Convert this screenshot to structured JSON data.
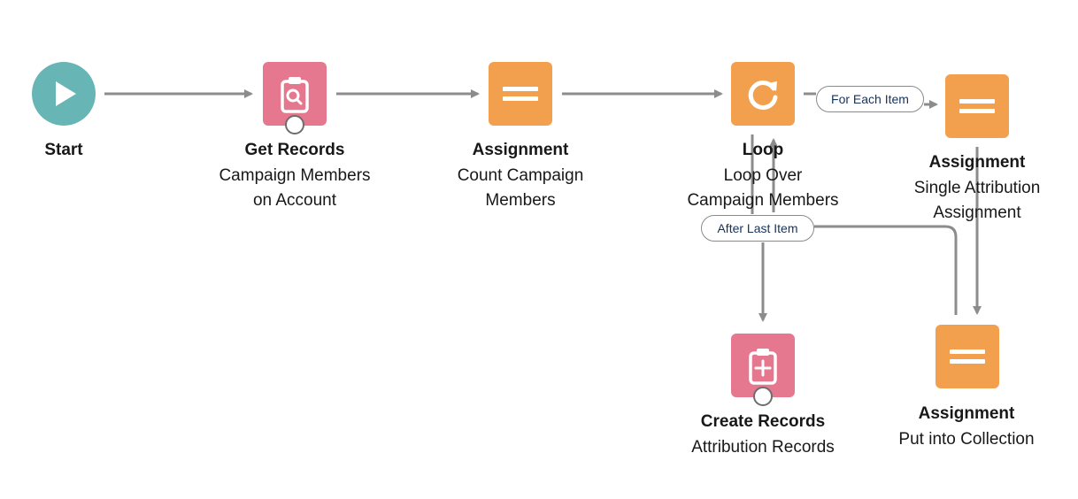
{
  "colors": {
    "assignment": "#f29f4e",
    "records": "#e5788f",
    "start": "#68b5b5",
    "connector_line": "#8c8c8c",
    "pill_text": "#16325c"
  },
  "nodes": {
    "start": {
      "title": "Start",
      "icon": "play-icon"
    },
    "get_records": {
      "title": "Get Records",
      "lines": [
        "Campaign Members",
        "on Account"
      ],
      "icon": "clipboard-search-icon"
    },
    "count_assignment": {
      "title": "Assignment",
      "lines": [
        "Count Campaign",
        "Members"
      ],
      "icon": "equals-icon"
    },
    "loop": {
      "title": "Loop",
      "lines": [
        "Loop Over",
        "Campaign Members"
      ],
      "icon": "loop-arrow-icon"
    },
    "single_assignment": {
      "title": "Assignment",
      "lines": [
        "Single Attribution",
        "Assignment"
      ],
      "icon": "equals-icon"
    },
    "create_records": {
      "title": "Create Records",
      "lines": [
        "Attribution Records"
      ],
      "icon": "clipboard-plus-icon"
    },
    "collection_assignment": {
      "title": "Assignment",
      "lines": [
        "Put into Collection"
      ],
      "icon": "equals-icon"
    }
  },
  "edge_labels": {
    "for_each": "For Each Item",
    "after_last": "After Last Item"
  }
}
